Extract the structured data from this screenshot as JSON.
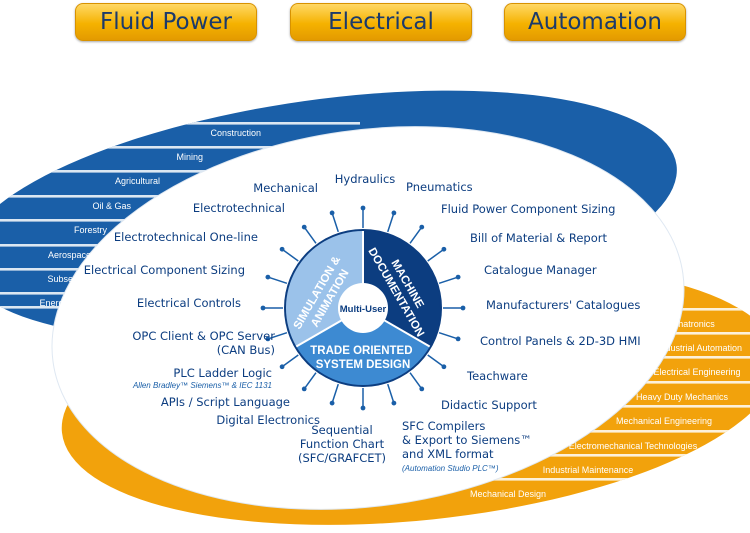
{
  "tabs": [
    "Fluid Power",
    "Electrical",
    "Automation"
  ],
  "colors": {
    "blue": "#1a5fa8",
    "dark_blue": "#0c3d80",
    "orange": "#f2a20c",
    "light_blue_sector": "#9bc2ea",
    "tab_text": "#1b3a6b"
  },
  "left_industries": [
    "Construction",
    "Mining",
    "Agricultural",
    "Oil & Gas",
    "Forestry",
    "Aerospace",
    "Subsea",
    "Energy"
  ],
  "right_industries": [
    "Mechatronics",
    "Industrial Automation",
    "Electrical Engineering",
    "Heavy Duty Mechanics",
    "Mechanical Engineering",
    "Electromechanical Technologies",
    "Industrial Maintenance",
    "Mechanical Design"
  ],
  "hub": {
    "center": "Multi-User",
    "sectors": [
      [
        "SIMULATION &",
        "ANIMATION"
      ],
      [
        "MACHINE",
        "DOCUMENTATION"
      ],
      [
        "TRADE ORIENTED",
        "SYSTEM DESIGN"
      ]
    ]
  },
  "features": [
    {
      "lines": [
        "Hydraulics"
      ]
    },
    {
      "lines": [
        "Pneumatics"
      ]
    },
    {
      "lines": [
        "Fluid Power Component Sizing"
      ]
    },
    {
      "lines": [
        "Bill of Material & Report"
      ]
    },
    {
      "lines": [
        "Catalogue Manager"
      ]
    },
    {
      "lines": [
        "Manufacturers' Catalogues"
      ]
    },
    {
      "lines": [
        "Control Panels & 2D-3D HMI"
      ]
    },
    {
      "lines": [
        "Teachware"
      ]
    },
    {
      "lines": [
        "Didactic Support"
      ]
    },
    {
      "lines": [
        "SFC Compilers",
        "& Export to Siemens™",
        "and XML format"
      ],
      "note": "(Automation Studio PLC™)"
    },
    {
      "lines": [
        "Sequential",
        "Function Chart",
        "(SFC/GRAFCET)"
      ]
    },
    {
      "lines": [
        "Digital Electronics"
      ]
    },
    {
      "lines": [
        "APIs / Script Language"
      ]
    },
    {
      "lines": [
        "PLC Ladder Logic"
      ],
      "note": "Allen Bradley™ Siemens™ & IEC 1131"
    },
    {
      "lines": [
        "OPC Client & OPC Server",
        "(CAN Bus)"
      ]
    },
    {
      "lines": [
        "Electrical Controls"
      ]
    },
    {
      "lines": [
        "Electrical Component Sizing"
      ]
    },
    {
      "lines": [
        "Electrotechnical One-line"
      ]
    },
    {
      "lines": [
        "Electrotechnical"
      ]
    },
    {
      "lines": [
        "Mechanical"
      ]
    }
  ]
}
